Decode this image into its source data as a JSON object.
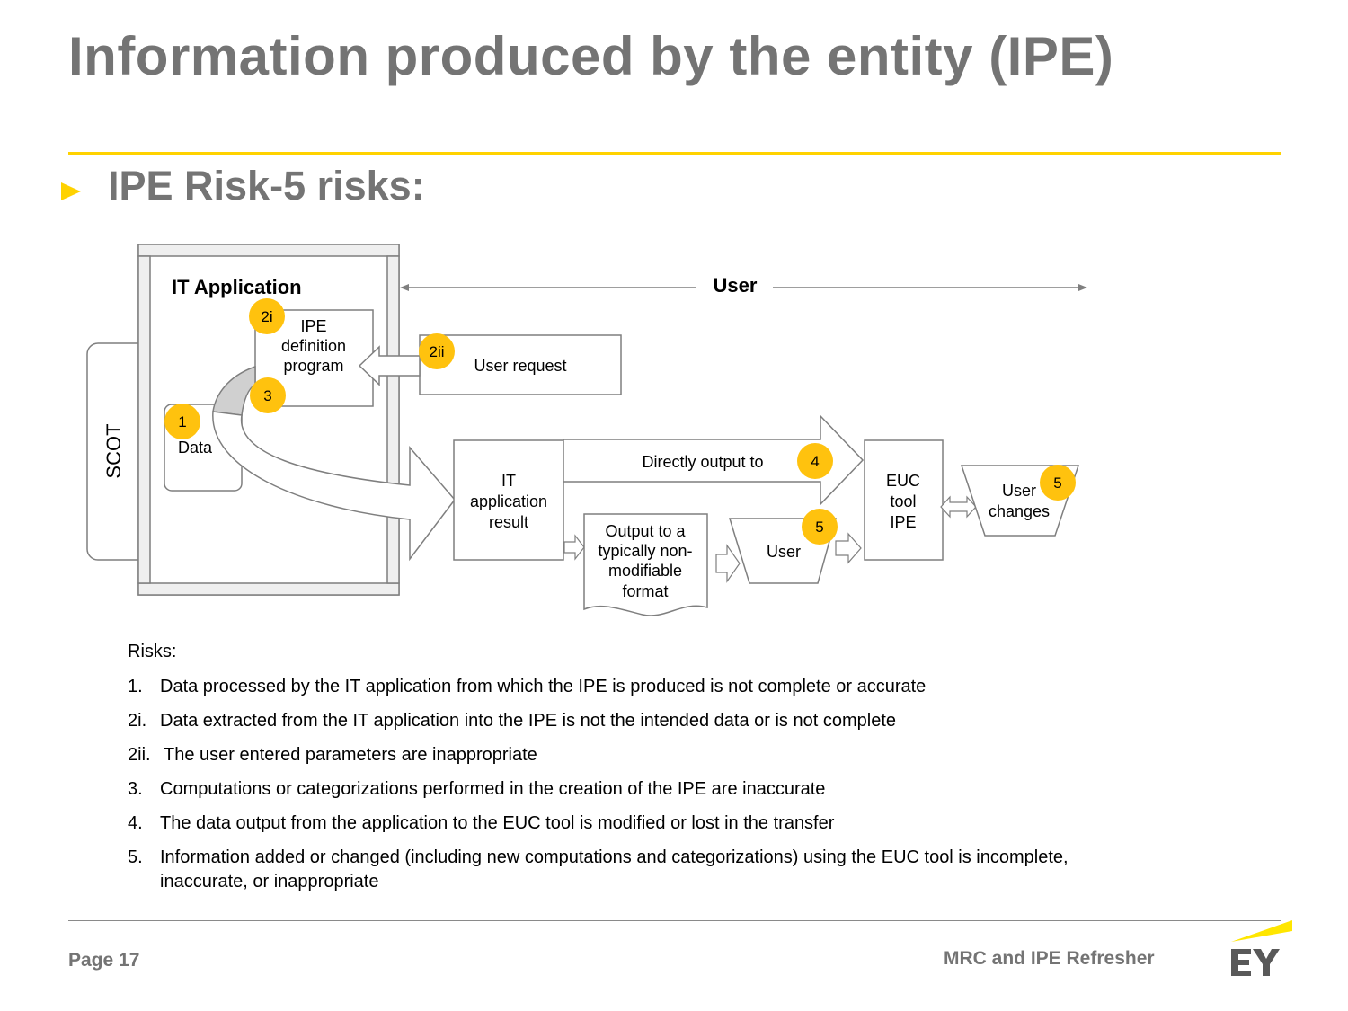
{
  "slide": {
    "title": "Information produced by the entity (IPE)",
    "subtitle": "IPE Risk-5 risks:"
  },
  "diagram": {
    "it_application_label": "IT Application",
    "scot_label": "SCOT",
    "user_span_label": "User",
    "data_label": "Data",
    "ipe_definition_lines": [
      "IPE",
      "definition",
      "program"
    ],
    "user_request_label": "User request",
    "it_result_lines": [
      "IT",
      "application",
      "result"
    ],
    "directly_output_label": "Directly output to",
    "output_format_lines": [
      "Output to a",
      "typically non-",
      "modifiable",
      "format"
    ],
    "user_trap_label": "User",
    "euc_lines": [
      "EUC",
      "tool",
      "IPE"
    ],
    "user_changes_lines": [
      "User",
      "changes"
    ],
    "badges": {
      "data": "1",
      "ipe_top": "2i",
      "user_request": "2ii",
      "ipe_bottom": "3",
      "direct_output": "4",
      "user_trap": "5",
      "user_changes": "5"
    },
    "colors": {
      "badge": "#ffc20e",
      "curve_fill": "#d0d0d0",
      "stroke": "#7f7f7f"
    }
  },
  "risks": {
    "heading": "Risks:",
    "items": [
      {
        "num": "1.",
        "text": "Data processed by the IT application from which the IPE is produced is not complete or accurate"
      },
      {
        "num": "2i.",
        "text": "Data extracted from the IT application into the IPE is not the intended data or is not complete"
      },
      {
        "num": "2ii.",
        "text": "The user entered parameters are inappropriate"
      },
      {
        "num": "3.",
        "text": "Computations or categorizations performed in the creation of the IPE are inaccurate"
      },
      {
        "num": "4.",
        "text": "The data output from the application to the EUC tool is modified or lost in the transfer"
      },
      {
        "num": "5.",
        "text": "Information added or changed (including new computations and categorizations) using the EUC tool is incomplete, inaccurate, or inappropriate"
      }
    ]
  },
  "footer": {
    "page": "Page 17",
    "title": "MRC and IPE Refresher",
    "logo_text": "EY",
    "brand_color": "#ffe600"
  }
}
